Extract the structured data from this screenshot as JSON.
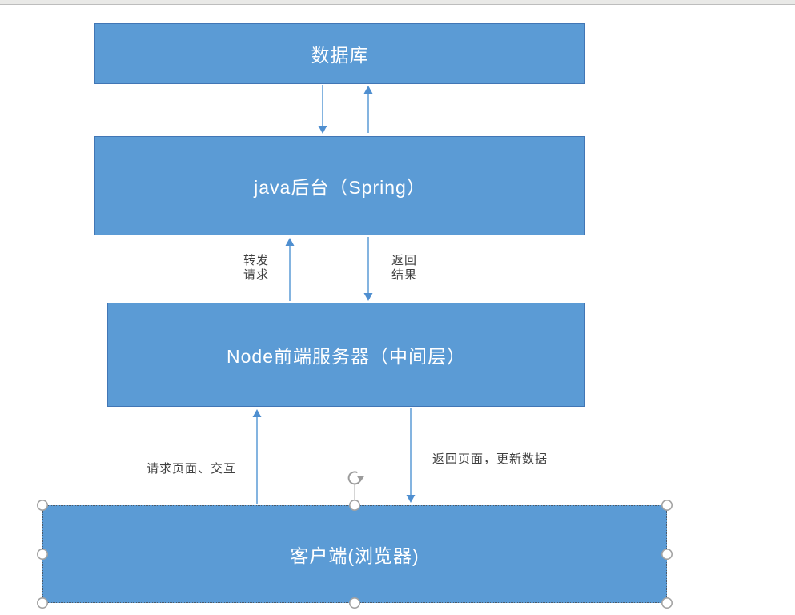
{
  "page": {
    "top_strip": {
      "color": "#e9e9e7",
      "border_color": "#bdbdbd"
    }
  },
  "diagram": {
    "colors": {
      "box_fill": "#5b9bd5",
      "box_border": "#4176b5",
      "arrow": "#5b9bd5",
      "box_text": "#ffffff",
      "edge_label_text": "#3f3f3f",
      "selection_handle_stroke": "#a3a3a3"
    },
    "boxes": {
      "database": {
        "label": "数据库"
      },
      "java": {
        "label": "java后台（Spring）"
      },
      "node": {
        "label": "Node前端服务器（中间层）"
      },
      "client": {
        "label": "客户端(浏览器)",
        "selected": true
      }
    },
    "edge_labels": {
      "forward_request": "转发\n请求",
      "return_result": "返回\n结果",
      "request_page": "请求页面、交互",
      "return_page": "返回页面，更新数据"
    }
  }
}
